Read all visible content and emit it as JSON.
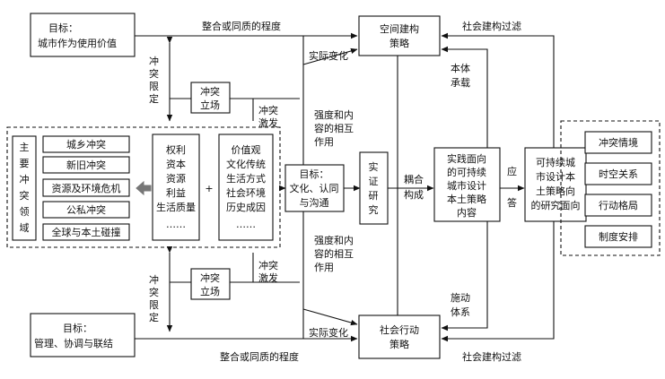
{
  "goal_top": {
    "line1": "目标：",
    "line2": "城市作为使用价值"
  },
  "goal_bottom": {
    "line1": "目标：",
    "line2": "管理、协调与联结"
  },
  "domain_label": [
    "主",
    "要",
    "冲",
    "突",
    "领",
    "域"
  ],
  "conflicts": [
    "城乡冲突",
    "新旧冲突",
    "资源及环境危机",
    "公私冲突",
    "全球与本土碰撞"
  ],
  "rights_box": [
    "权利",
    "资本",
    "资源",
    "利益",
    "生活质量",
    "……"
  ],
  "plus": "+",
  "values_box": [
    "价值观",
    "文化传统",
    "生活方式",
    "社会环境",
    "历史成因",
    "……"
  ],
  "stance_top": [
    "冲突",
    "立场"
  ],
  "stance_bottom": [
    "冲突",
    "立场"
  ],
  "limit_top": [
    "冲",
    "突",
    "限",
    "定"
  ],
  "limit_bottom": [
    "冲",
    "突",
    "限",
    "定"
  ],
  "trigger_top": [
    "冲突",
    "激发"
  ],
  "trigger_bottom": [
    "冲突",
    "激发"
  ],
  "interaction_top": [
    "强度和内",
    "容的相互",
    "作用"
  ],
  "interaction_bottom": [
    "强度和内",
    "容的相互",
    "作用"
  ],
  "degree_top": "整合或同质的程度",
  "degree_bottom": "整合或同质的程度",
  "change_top": "实际变化",
  "change_bottom": "实际变化",
  "goal_middle": [
    "目标：",
    "文化、认同",
    "与沟通"
  ],
  "empirical": [
    "实",
    "证",
    "研",
    "究"
  ],
  "coupling": [
    "耦合",
    "构成"
  ],
  "practice_box": [
    "实践面向",
    "的可持续",
    "城市设计",
    "本土策略",
    "内容"
  ],
  "response": [
    "应",
    "答"
  ],
  "research_box": [
    "可持续城",
    "市设计本",
    "土策略向",
    "的研究面向"
  ],
  "space_strategy": [
    "空间建构",
    "策略"
  ],
  "social_strategy": [
    "社会行动",
    "策略"
  ],
  "ontology": [
    "本体",
    "承载"
  ],
  "action_system": [
    "施动",
    "体系"
  ],
  "filter_top": "社会建构过滤",
  "filter_bottom": "社会建构过滤",
  "right_items": [
    "冲突情境",
    "时空关系",
    "行动格局",
    "制度安排"
  ]
}
